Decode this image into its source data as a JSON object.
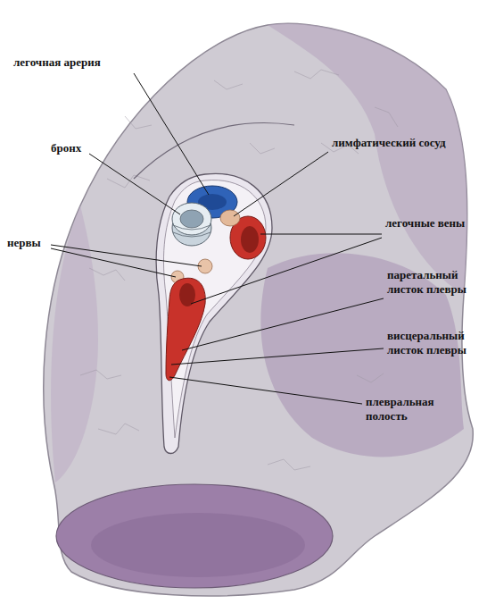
{
  "diagram": {
    "labels": [
      "легочная арерия",
      "бронх",
      "лимфатический сосуд",
      "нервы",
      "легочные вены",
      "паретальный листок плевры",
      "висцеральный листок плевры",
      "плевральная полость"
    ]
  }
}
